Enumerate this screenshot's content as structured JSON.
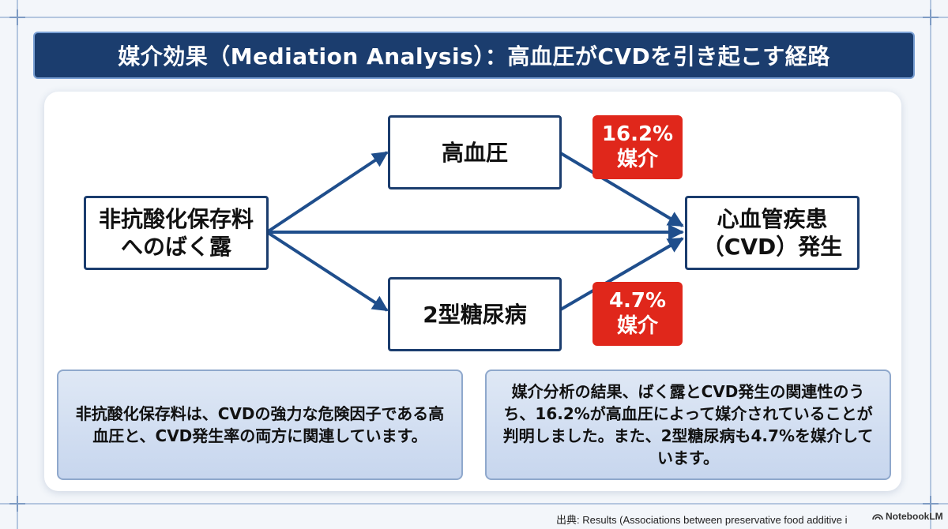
{
  "title": "媒介効果（Mediation Analysis）：高血圧がCVDを引き起こす経路",
  "diagram": {
    "exposure": "非抗酸化保存料\nへのばく露",
    "mediator_top": "高血圧",
    "mediator_bottom": "2型糖尿病",
    "outcome": "心血管疾患\n（CVD）発生",
    "badge_top": {
      "percent": "16.2%",
      "label": "媒介"
    },
    "badge_bottom": {
      "percent": "4.7%",
      "label": "媒介"
    }
  },
  "notes": {
    "left": "非抗酸化保存料は、CVDの強力な危険因子である高血圧と、CVD発生率の両方に関連しています。",
    "right": "媒介分析の結果、ばく露とCVD発生の関連性のうち、16.2%が高血圧によって媒介されていることが判明しました。また、2型糖尿病も4.7%を媒介しています。"
  },
  "citation": "出典: Results (Associations between preservative food additive i",
  "brand": "NotebookLM",
  "colors": {
    "navy": "#1b3d6e",
    "arrow": "#1f4e8c",
    "badge_red": "#e0271b",
    "note_fill": "#d3dff1"
  }
}
